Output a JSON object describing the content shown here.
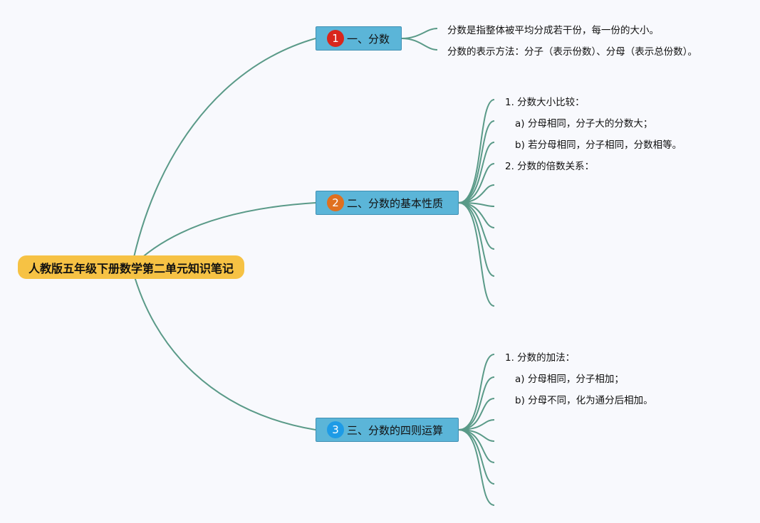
{
  "root": {
    "title": "人教版五年级下册数学第二单元知识笔记"
  },
  "branches": [
    {
      "badge": "1",
      "badge_color": "#d9261c",
      "label": "一、分数",
      "notes": [
        "分数是指整体被平均分成若干份，每一份的大小。",
        "分数的表示方法：分子（表示份数）、分母（表示总份数）。"
      ]
    },
    {
      "badge": "2",
      "badge_color": "#e0701f",
      "label": "二、分数的基本性质",
      "notes": [
        "1. 分数大小比较：",
        "a) 分母相同，分子大的分数大；",
        "b) 若分母相同，分子相同，分数相等。",
        "2. 分数的倍数关系："
      ]
    },
    {
      "badge": "3",
      "badge_color": "#1e9be6",
      "label": "三、分数的四则运算",
      "notes": [
        "1. 分数的加法：",
        "a) 分母相同，分子相加；",
        "b) 分母不同，化为通分后相加。"
      ]
    }
  ],
  "colors": {
    "root_fill": "#f6c244",
    "branch_fill": "#5bb5d8",
    "connector": "#5a9a88",
    "background": "#f8f9fd"
  }
}
